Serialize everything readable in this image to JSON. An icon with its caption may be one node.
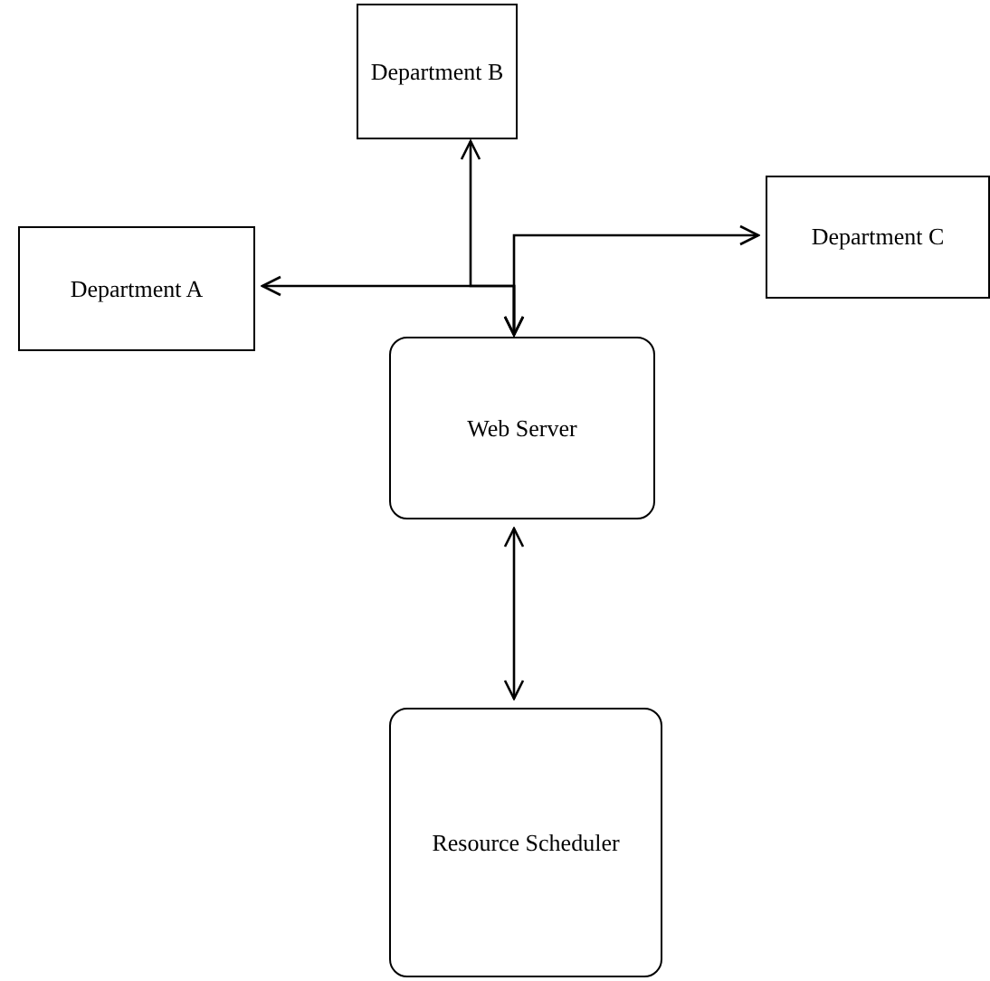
{
  "diagram": {
    "nodes": [
      {
        "text": [
          "Department B"
        ]
      },
      {
        "text": [
          "Department A"
        ]
      },
      {
        "text": [
          "Department C"
        ]
      },
      {
        "text": [
          "Web Server"
        ]
      },
      {
        "text": [
          "Resource Scheduler"
        ]
      }
    ],
    "edges": [
      {
        "from": 0,
        "to": 3,
        "arrow": "both"
      },
      {
        "from": 1,
        "to": 3,
        "arrow": "both"
      },
      {
        "from": 2,
        "to": 3,
        "arrow": "both"
      },
      {
        "from": 3,
        "to": 4,
        "arrow": "both"
      }
    ]
  }
}
